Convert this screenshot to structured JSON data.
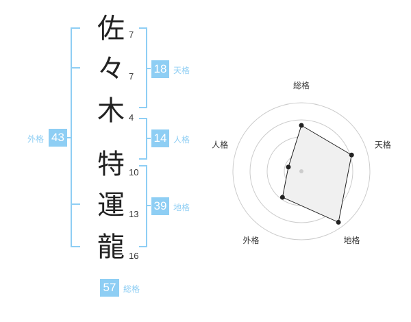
{
  "name": {
    "chars": [
      "佐",
      "々",
      "木",
      "特",
      "運",
      "龍"
    ],
    "strokes": [
      "7",
      "7",
      "4",
      "10",
      "13",
      "16"
    ]
  },
  "fortunes": {
    "tenkaku": {
      "value": "18",
      "label": "天格"
    },
    "jinkaku": {
      "value": "14",
      "label": "人格"
    },
    "chikaku": {
      "value": "39",
      "label": "地格"
    },
    "gaikaku": {
      "value": "43",
      "label": "外格"
    },
    "soukaku": {
      "value": "57",
      "label": "総格"
    }
  },
  "radar": {
    "axis_labels": [
      "総格",
      "天格",
      "地格",
      "外格",
      "人格"
    ],
    "values": [
      0.67,
      0.77,
      0.92,
      0.47,
      0.2
    ],
    "rings": 4
  },
  "colors": {
    "accent": "#8ecef4",
    "radar_fill": "#f0f0f0",
    "radar_line": "#222222",
    "ring": "#cccccc"
  }
}
